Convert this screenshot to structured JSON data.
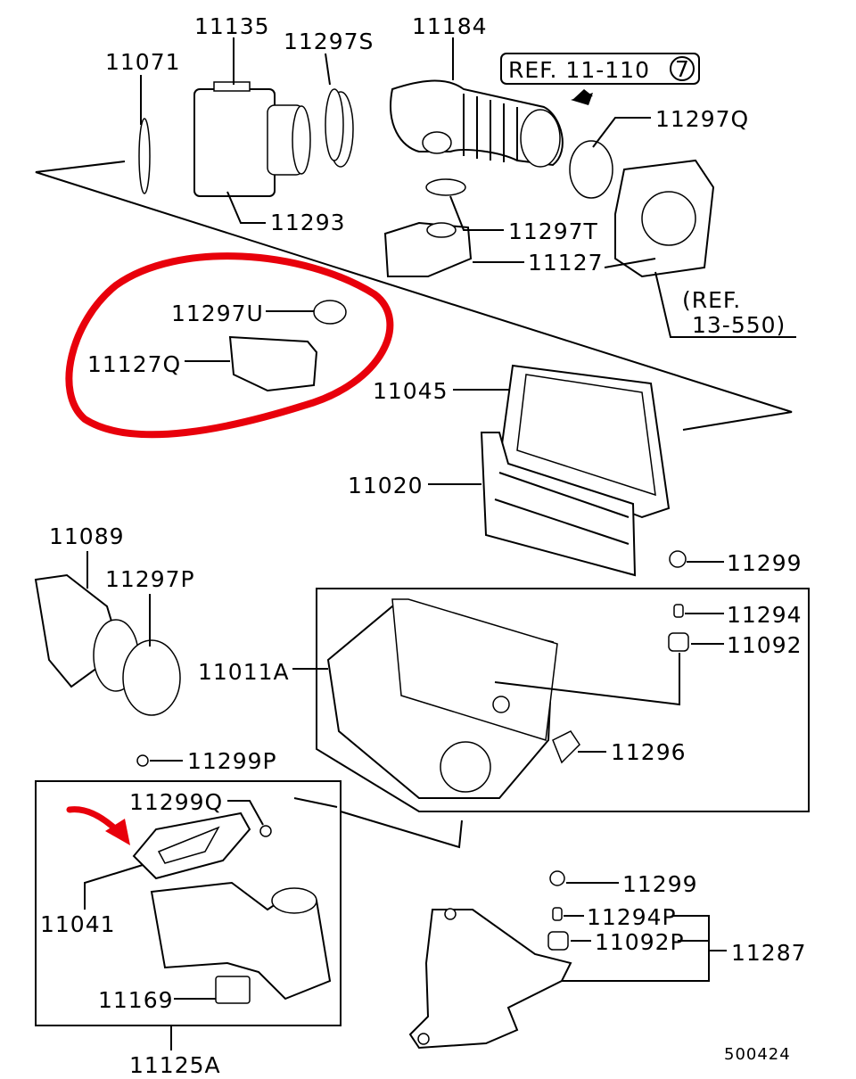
{
  "diagram": {
    "labels": {
      "p11135": "11135",
      "p11297S": "11297S",
      "p11184": "11184",
      "p11071": "11071",
      "ref_11_110": "REF. 11-110",
      "ref_11_110_circle": "7",
      "p11297Q": "11297Q",
      "p11293": "11293",
      "p11297T": "11297T",
      "p11127": "11127",
      "ref_13_550_line1": "(REF.",
      "ref_13_550_line2": "13-550)",
      "p11297U": "11297U",
      "p11127Q": "11127Q",
      "p11045": "11045",
      "p11020": "11020",
      "p11089": "11089",
      "p11297P": "11297P",
      "p11299_a": "11299",
      "p11294": "11294",
      "p11092": "11092",
      "p11011A": "11011A",
      "p11296": "11296",
      "p11299P": "11299P",
      "p11299Q": "11299Q",
      "p11041": "11041",
      "p11169": "11169",
      "p11125A": "11125A",
      "p11299_b": "11299",
      "p11294P": "11294P",
      "p11092P": "11092P",
      "p11287": "11287",
      "diagram_id": "500424"
    },
    "annotation_color": "#e8000b"
  }
}
